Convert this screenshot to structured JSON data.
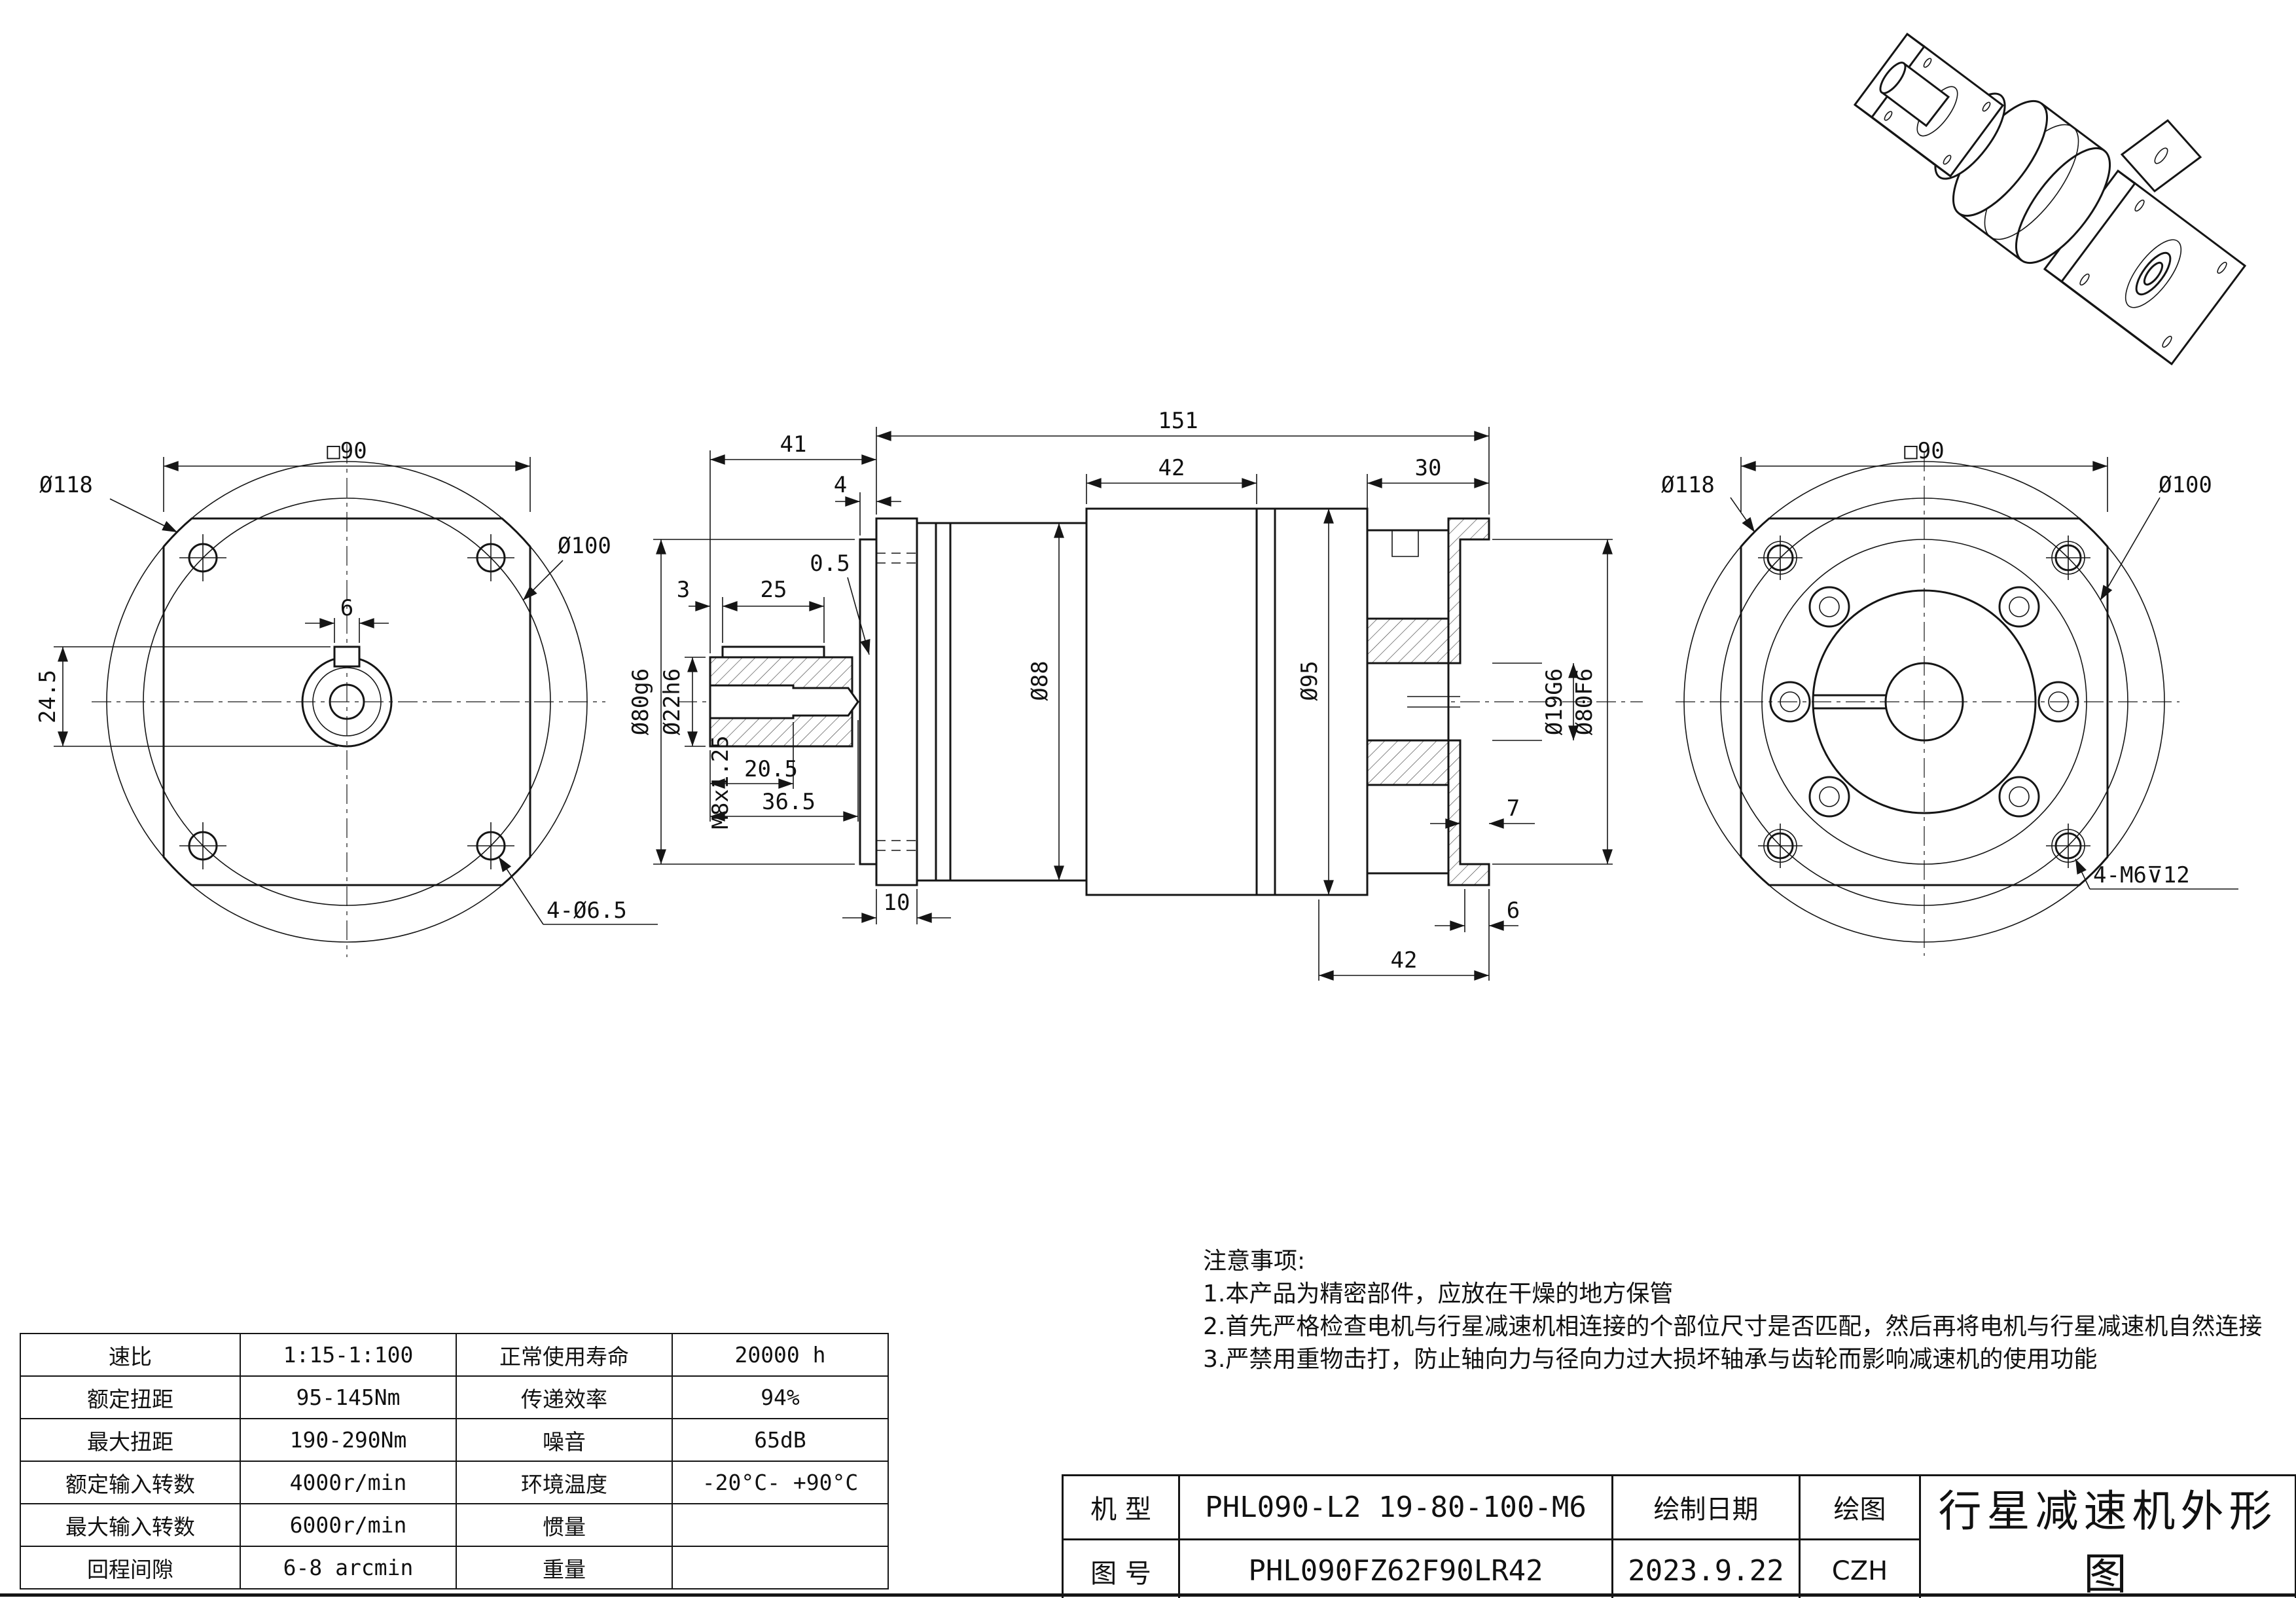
{
  "dims": {
    "front": {
      "square": "□90",
      "d118": "Ø118",
      "d100": "Ø100",
      "key_w": "6",
      "key_h": "24.5",
      "holes": "4-Ø6.5"
    },
    "side": {
      "len41": "41",
      "len151": "151",
      "len42top": "42",
      "len30": "30",
      "len4": "4",
      "len05": "0.5",
      "len3": "3",
      "len25": "25",
      "d88": "Ø88",
      "d95": "Ø95",
      "d80g6": "Ø80g6",
      "d22h6": "Ø22h6",
      "m8": "M8x1.25",
      "len205": "20.5",
      "len365": "36.5",
      "len10": "10",
      "d19g6": "Ø19G6",
      "d80f6": "Ø80F6",
      "len7": "7",
      "len6": "6",
      "len42bot": "42"
    },
    "rear": {
      "d118": "Ø118",
      "square": "□90",
      "d100": "Ø100",
      "holes": "4-M6⊽12"
    }
  },
  "spec": {
    "rows": [
      {
        "label": "速比",
        "value": "1:15-1:100",
        "label2": "正常使用寿命",
        "value2": "20000 h"
      },
      {
        "label": "额定扭距",
        "value": "95-145Nm",
        "label2": "传递效率",
        "value2": "94%"
      },
      {
        "label": "最大扭距",
        "value": "190-290Nm",
        "label2": "噪音",
        "value2": "65dB"
      },
      {
        "label": "额定输入转数",
        "value": "4000r/min",
        "label2": "环境温度",
        "value2": "-20°C- +90°C"
      },
      {
        "label": "最大输入转数",
        "value": "6000r/min",
        "label2": "惯量",
        "value2": ""
      },
      {
        "label": "回程间隙",
        "value": "6-8 arcmin",
        "label2": "重量",
        "value2": ""
      }
    ]
  },
  "notes": {
    "heading": "注意事项:",
    "items": [
      "1.本产品为精密部件，应放在干燥的地方保管",
      "2.首先严格检查电机与行星减速机相连接的个部位尺寸是否匹配，然后再将电机与行星减速机自然连接",
      "3.严禁用重物击打，防止轴向力与径向力过大损坏轴承与齿轮而影响减速机的使用功能"
    ]
  },
  "title_block": {
    "model_label": "机 型",
    "model_value": "PHL090-L2 19-80-100-M6",
    "drawing_no_label": "图 号",
    "drawing_no_value": "PHL090FZ62F90LR42",
    "date_label": "绘制日期",
    "date_value": "2023.9.22",
    "author_label": "绘图",
    "author_value": "CZH",
    "sheet_title": "行星减速机外形图"
  }
}
